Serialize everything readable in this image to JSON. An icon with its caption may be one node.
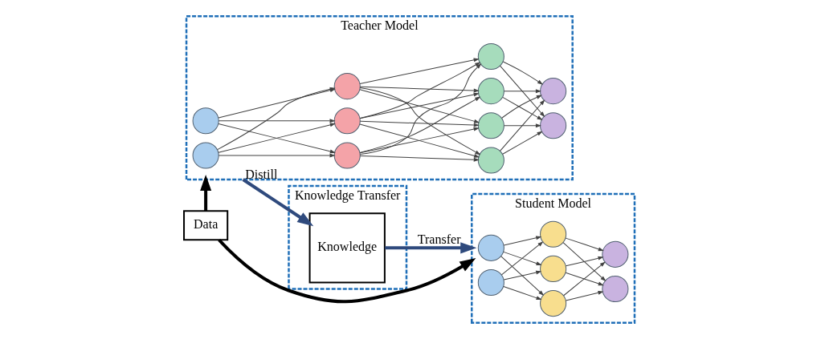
{
  "diagram": {
    "nodes": [
      {
        "text": [
          "Teacher Model"
        ]
      },
      {
        "text": [],
        "shape": "circle",
        "in": 0
      },
      {
        "text": [],
        "shape": "circle",
        "in": 0
      },
      {
        "text": [],
        "shape": "circle",
        "in": 0
      },
      {
        "text": [],
        "shape": "circle",
        "in": 0
      },
      {
        "text": [],
        "shape": "circle",
        "in": 0
      },
      {
        "text": [],
        "shape": "circle",
        "in": 0
      },
      {
        "text": [],
        "shape": "circle",
        "in": 0
      },
      {
        "text": [],
        "shape": "circle",
        "in": 0
      },
      {
        "text": [],
        "shape": "circle",
        "in": 0
      },
      {
        "text": [],
        "shape": "circle",
        "in": 0
      },
      {
        "text": [],
        "shape": "circle",
        "in": 0
      },
      {
        "text": [
          "Knowledge Transfer"
        ]
      },
      {
        "text": [
          "Knowledge"
        ],
        "in": 12
      },
      {
        "text": [
          "Student Model"
        ]
      },
      {
        "text": [],
        "shape": "circle",
        "in": 14
      },
      {
        "text": [],
        "shape": "circle",
        "in": 14
      },
      {
        "text": [],
        "shape": "circle",
        "in": 14
      },
      {
        "text": [],
        "shape": "circle",
        "in": 14
      },
      {
        "text": [],
        "shape": "circle",
        "in": 14
      },
      {
        "text": [],
        "shape": "circle",
        "in": 14
      },
      {
        "text": [],
        "shape": "circle",
        "in": 14
      },
      {
        "text": [
          "Data"
        ]
      }
    ],
    "edges": [
      {
        "from": 1,
        "to": 3,
        "arrow": "to"
      },
      {
        "from": 1,
        "to": 4,
        "arrow": "to"
      },
      {
        "from": 1,
        "to": 5,
        "arrow": "to"
      },
      {
        "from": 2,
        "to": 3,
        "arrow": "to"
      },
      {
        "from": 2,
        "to": 4,
        "arrow": "to"
      },
      {
        "from": 2,
        "to": 5,
        "arrow": "to"
      },
      {
        "from": 3,
        "to": 6,
        "arrow": "to"
      },
      {
        "from": 3,
        "to": 7,
        "arrow": "to"
      },
      {
        "from": 3,
        "to": 8,
        "arrow": "to"
      },
      {
        "from": 3,
        "to": 9,
        "arrow": "to"
      },
      {
        "from": 4,
        "to": 6,
        "arrow": "to"
      },
      {
        "from": 4,
        "to": 7,
        "arrow": "to"
      },
      {
        "from": 4,
        "to": 8,
        "arrow": "to"
      },
      {
        "from": 4,
        "to": 9,
        "arrow": "to"
      },
      {
        "from": 5,
        "to": 6,
        "arrow": "to"
      },
      {
        "from": 5,
        "to": 7,
        "arrow": "to"
      },
      {
        "from": 5,
        "to": 8,
        "arrow": "to"
      },
      {
        "from": 5,
        "to": 9,
        "arrow": "to"
      },
      {
        "from": 6,
        "to": 10,
        "arrow": "to"
      },
      {
        "from": 6,
        "to": 11,
        "arrow": "to"
      },
      {
        "from": 7,
        "to": 10,
        "arrow": "to"
      },
      {
        "from": 7,
        "to": 11,
        "arrow": "to"
      },
      {
        "from": 8,
        "to": 10,
        "arrow": "to"
      },
      {
        "from": 8,
        "to": 11,
        "arrow": "to"
      },
      {
        "from": 9,
        "to": 10,
        "arrow": "to"
      },
      {
        "from": 9,
        "to": 11,
        "arrow": "to"
      },
      {
        "from": 0,
        "to": 13,
        "arrow": "to",
        "label": "Distill",
        "style": "thick",
        "color": "#2f4a7d"
      },
      {
        "from": 13,
        "to": 14,
        "arrow": "to",
        "label": "Transfer",
        "style": "thick",
        "color": "#2f4a7d"
      },
      {
        "from": 15,
        "to": 17,
        "arrow": "to"
      },
      {
        "from": 15,
        "to": 18,
        "arrow": "to"
      },
      {
        "from": 15,
        "to": 19,
        "arrow": "to"
      },
      {
        "from": 16,
        "to": 17,
        "arrow": "to"
      },
      {
        "from": 16,
        "to": 18,
        "arrow": "to"
      },
      {
        "from": 16,
        "to": 19,
        "arrow": "to"
      },
      {
        "from": 17,
        "to": 20,
        "arrow": "to"
      },
      {
        "from": 17,
        "to": 21,
        "arrow": "to"
      },
      {
        "from": 18,
        "to": 20,
        "arrow": "to"
      },
      {
        "from": 18,
        "to": 21,
        "arrow": "to"
      },
      {
        "from": 19,
        "to": 20,
        "arrow": "to"
      },
      {
        "from": 19,
        "to": 21,
        "arrow": "to"
      },
      {
        "from": 22,
        "to": 0,
        "arrow": "to",
        "style": "thick",
        "color": "#000000"
      },
      {
        "from": 22,
        "to": 14,
        "arrow": "to",
        "style": "thick",
        "color": "#000000"
      }
    ]
  }
}
